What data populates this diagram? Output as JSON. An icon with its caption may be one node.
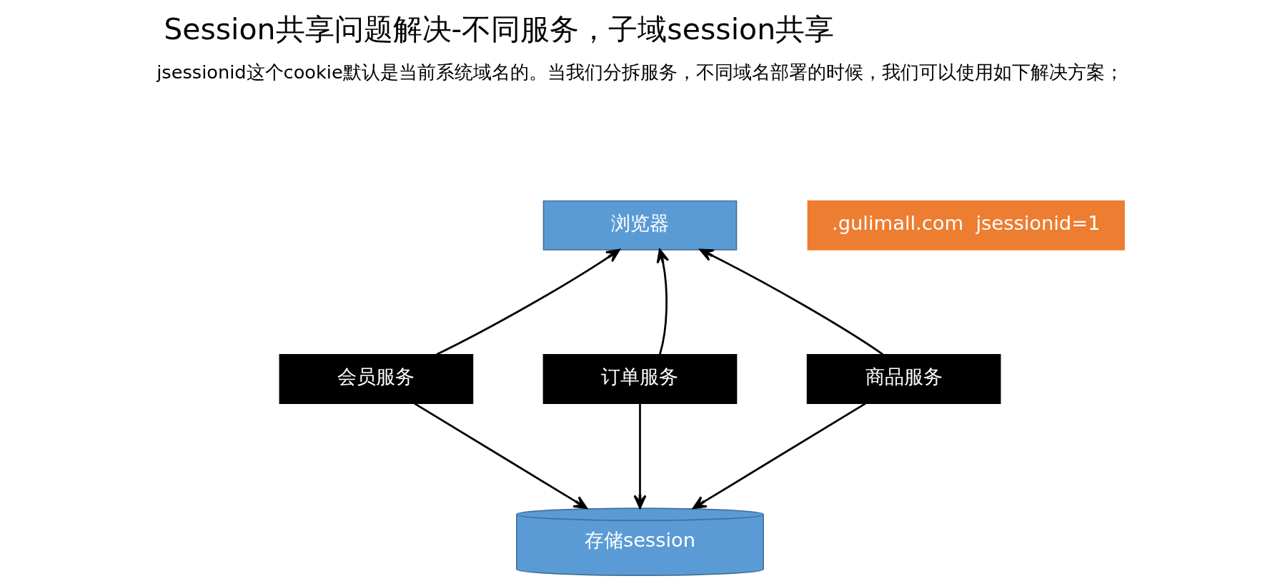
{
  "diagram": {
    "title": "Session共享问题解决-不同服务，子域session共享",
    "nodes": [
      {
        "text": [
          "浏览器"
        ]
      },
      {
        "text": [
          ".gulimall.com  jsessionid=1"
        ]
      },
      {
        "text": [
          "会员服务"
        ]
      },
      {
        "text": [
          "订单服务"
        ]
      },
      {
        "text": [
          "商品服务"
        ]
      },
      {
        "text": [
          "存储session"
        ]
      }
    ],
    "edges": [
      {
        "from": 2,
        "to": 0,
        "arrow": "to"
      },
      {
        "from": 3,
        "to": 0,
        "arrow": "to"
      },
      {
        "from": 4,
        "to": 0,
        "arrow": "to"
      },
      {
        "from": 2,
        "to": 5,
        "arrow": "to"
      },
      {
        "from": 3,
        "to": 5,
        "arrow": "to"
      },
      {
        "from": 4,
        "to": 5,
        "arrow": "to"
      }
    ],
    "labels": [
      "jsessionid这个cookie默认是当前系统域名的。当我们分拆服务，不同域名部署的时候，我们可以使用如下解决方案；"
    ]
  }
}
